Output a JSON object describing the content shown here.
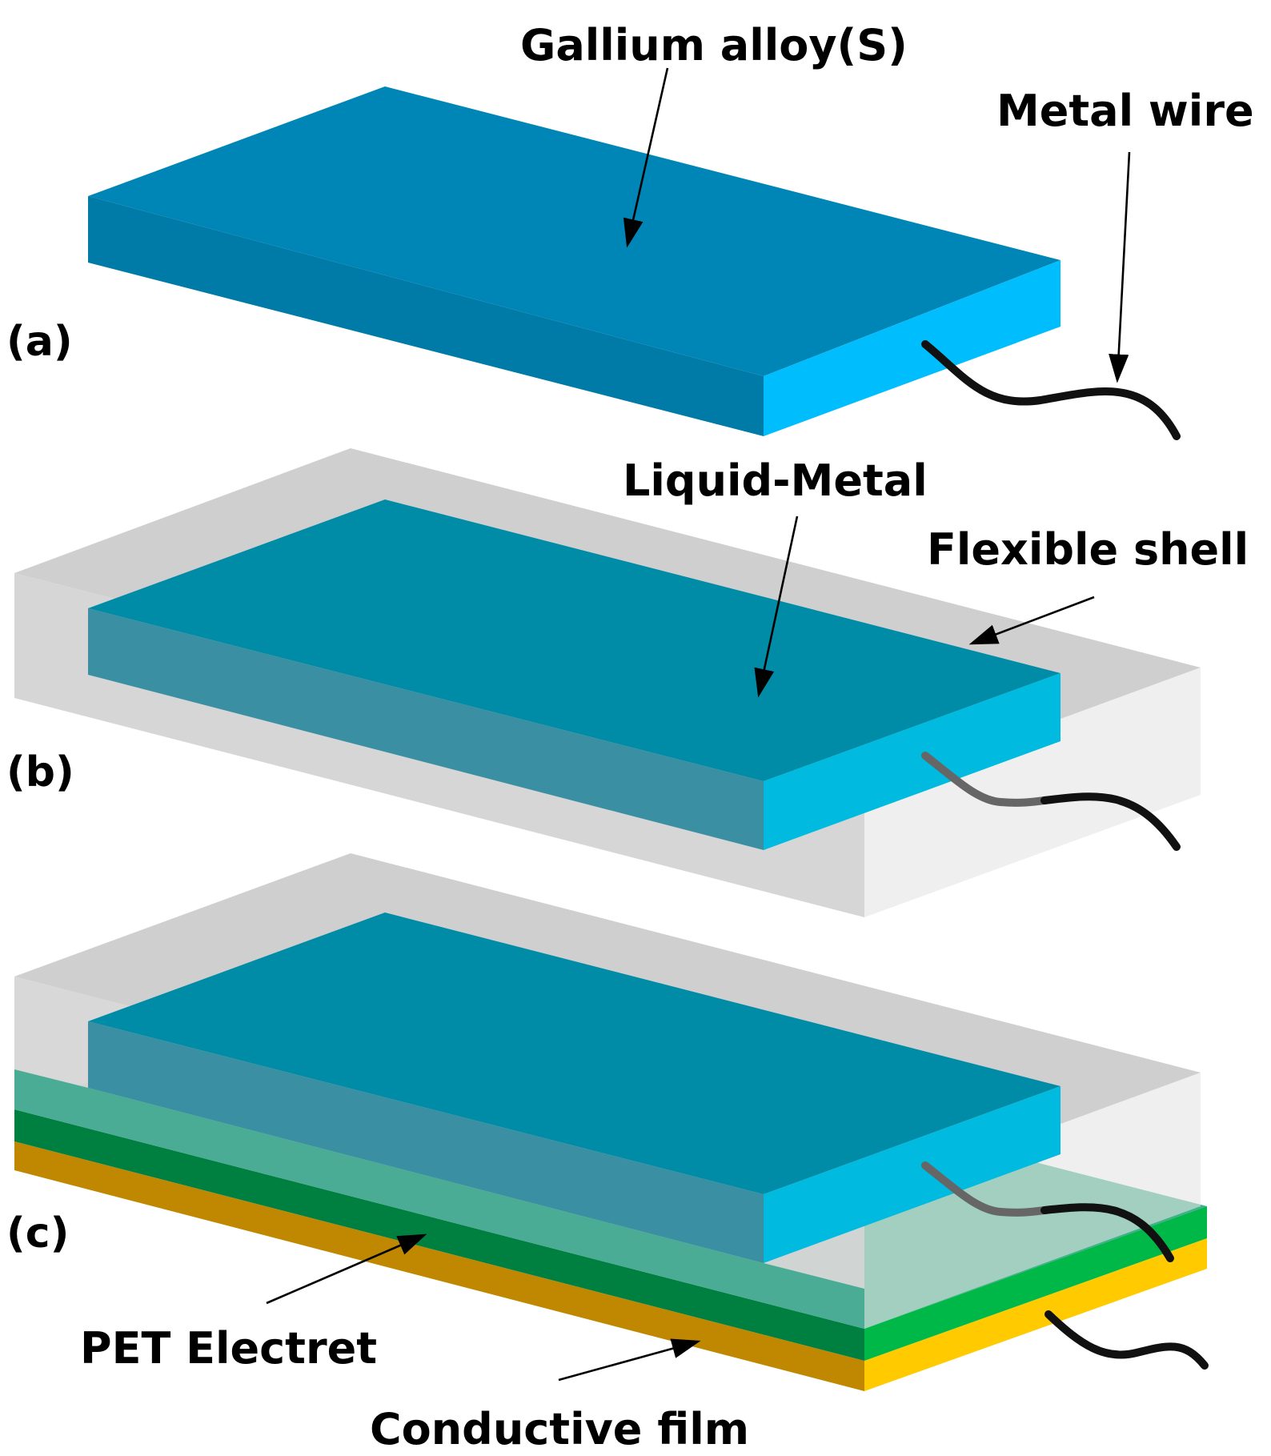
{
  "labels": {
    "gallium_alloy": "Gallium alloy(S)",
    "metal_wire": "Metal wire",
    "liquid_metal": "Liquid-Metal",
    "flexible_shell": "Flexible shell",
    "pet_electret": "PET Electret",
    "conductive_film": "Conductive film"
  },
  "panels": [
    "(a)",
    "(b)",
    "(c)"
  ],
  "colors": {
    "gallium_top": "#0086B6",
    "gallium_front": "#007AA6",
    "gallium_right": "#00BEFE",
    "liquid_top": "#008CA6",
    "liquid_front": "#3A8FA3",
    "liquid_right": "#00BADF",
    "shell": "#C8C8C8",
    "pet_green": "#00A050",
    "conductive_gold": "#C88C00",
    "wire": "#111111"
  }
}
